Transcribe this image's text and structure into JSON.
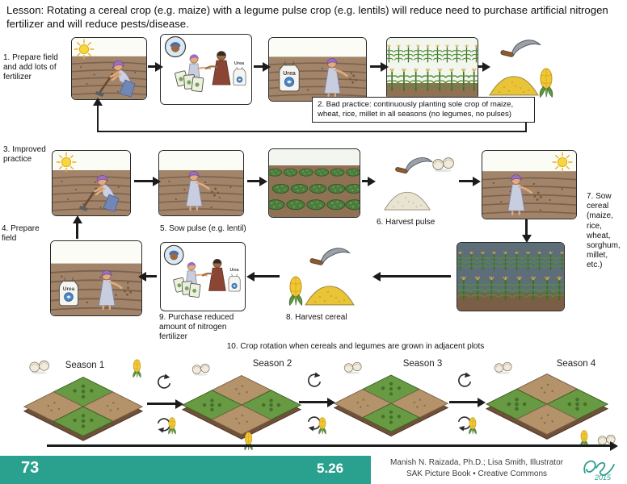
{
  "lesson": "Lesson: Rotating a cereal crop (e.g. maize) with a legume pulse crop (e.g. lentils) will reduce need to purchase artificial nitrogen fertilizer and will reduce pests/disease.",
  "steps": {
    "s1": "1. Prepare field and add lots of fertilizer",
    "s2": "2. Bad practice: continuously planting sole crop of maize, wheat, rice, millet in all seasons (no legumes, no pulses)",
    "s3": "3. Improved practice",
    "s4": "4. Prepare field",
    "s5": "5. Sow pulse (e.g. lentil)",
    "s6": "6. Harvest pulse",
    "s7": "7. Sow cereal (maize, rice, wheat, sorghum, millet, etc.)",
    "s8": "8. Harvest cereal",
    "s9": "9. Purchase reduced amount of nitrogen fertilizer",
    "s10": "10. Crop rotation when cereals and legumes are grown in adjacent plots"
  },
  "seasons": [
    "Season 1",
    "Season 2",
    "Season 3",
    "Season 4"
  ],
  "labels": {
    "urea": "Urea"
  },
  "footer": {
    "page_number": "73",
    "figure_number": "5.26",
    "credit_line1": "Manish N. Raizada, Ph.D.; Lisa Smith, Illustrator",
    "credit_line2": "SAK Picture Book • Creative Commons",
    "signature_year": "2015"
  },
  "colors": {
    "accent_teal": "#2aa08e",
    "soil_brown": "#a1846a",
    "maize_green": "#539138",
    "grain_yellow": "#e9c437",
    "pulse_pile_white": "#e9e4d2"
  }
}
